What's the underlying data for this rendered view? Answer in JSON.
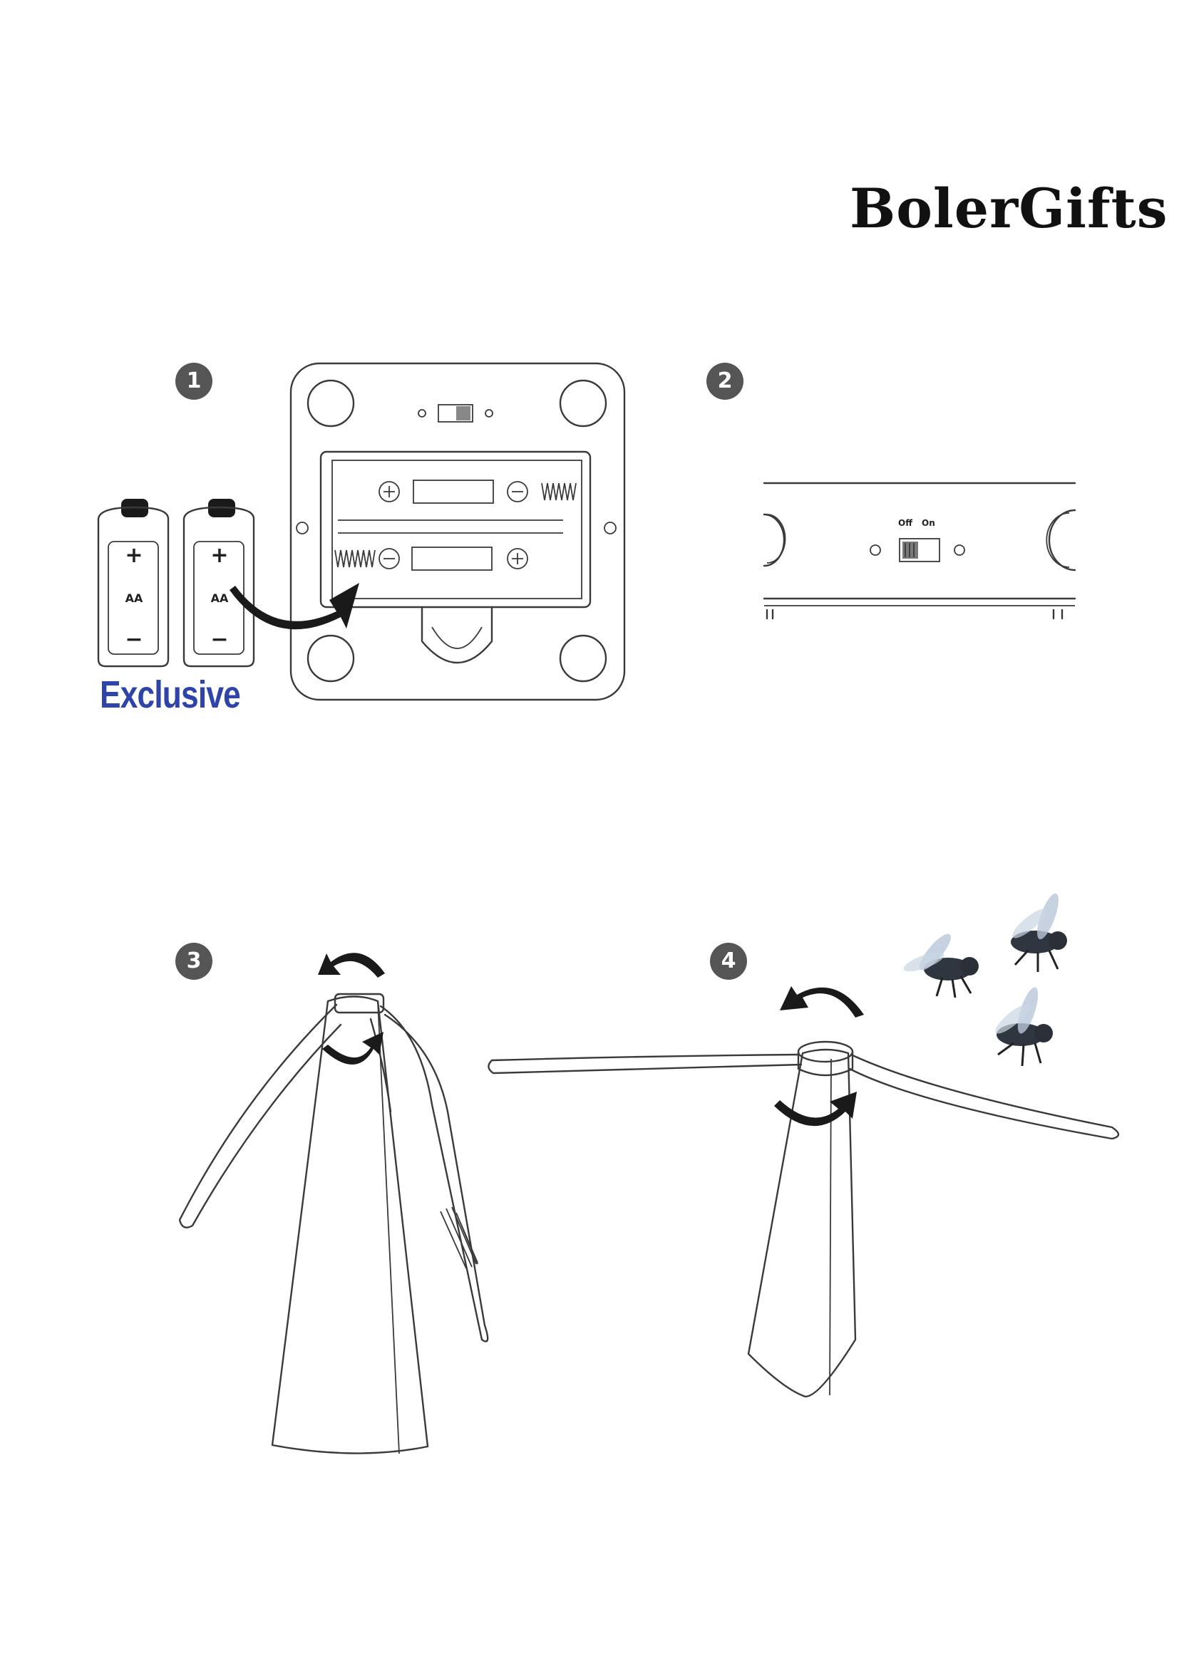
{
  "brand": {
    "logo_text": "BolerGifts"
  },
  "steps": [
    {
      "number": "1"
    },
    {
      "number": "2"
    },
    {
      "number": "3"
    },
    {
      "number": "4"
    }
  ],
  "battery": {
    "plus": "+",
    "type": "AA",
    "minus": "−",
    "count": 2
  },
  "exclusive_label": "Exclusive",
  "switch": {
    "off_label": "Off",
    "on_label": "On"
  },
  "icons": [
    "battery-icon",
    "insert-arrow-icon",
    "rotate-arrow-icon",
    "fly-icon"
  ]
}
